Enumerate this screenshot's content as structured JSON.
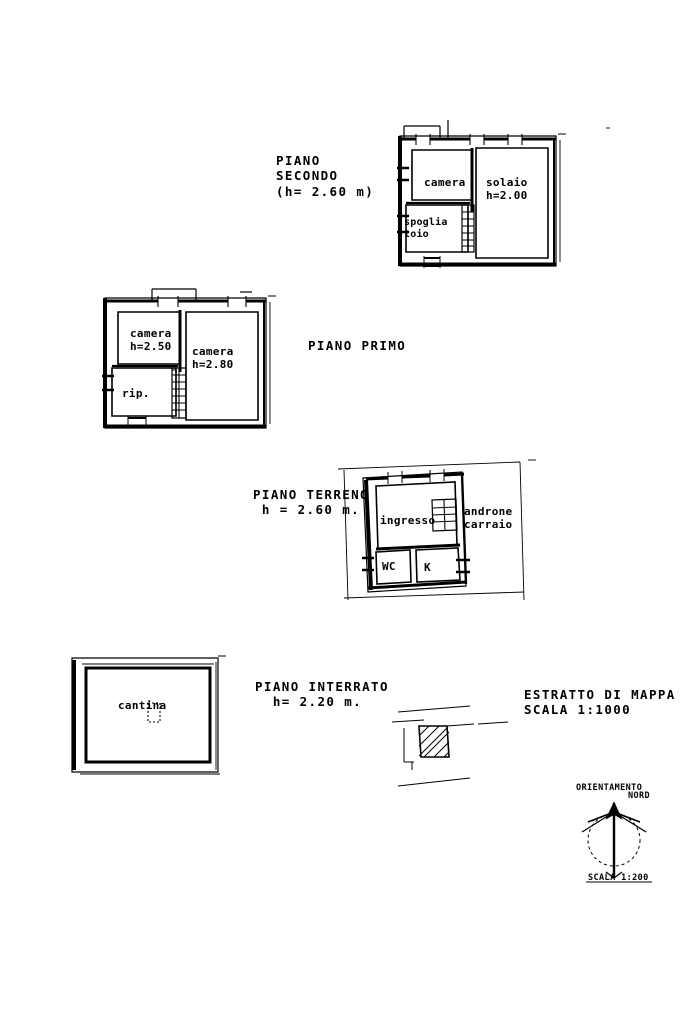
{
  "document": {
    "kind": "architectural-floor-plan-sheet",
    "language": "it"
  },
  "headings": {
    "piano_secondo": "PIANO\nSECONDO\n(h= 2.60 m)",
    "piano_primo": "PIANO PRIMO",
    "piano_terreno": "PIANO TERRENO\n h = 2.60 m.",
    "piano_interrato": "PIANO INTERRATO\n  h= 2.20 m.",
    "estratto_mappa": "ESTRATTO DI MAPPA\nSCALA 1:1000"
  },
  "floors": {
    "second": {
      "name": "PIANO SECONDO",
      "height_note": "(h= 2.60 m)",
      "rooms": [
        {
          "label": "camera",
          "note": ""
        },
        {
          "label": "solaio",
          "note": "h=2.00"
        },
        {
          "label": "spoglia\ntoio",
          "note": ""
        }
      ]
    },
    "first": {
      "name": "PIANO PRIMO",
      "rooms": [
        {
          "label": "camera\nh=2.50",
          "note": ""
        },
        {
          "label": "camera\nh=2.80",
          "note": ""
        },
        {
          "label": "rip.",
          "note": ""
        }
      ]
    },
    "ground": {
      "name": "PIANO TERRENO",
      "height_note": "h = 2.60 m.",
      "rooms": [
        {
          "label": "ingresso",
          "note": ""
        },
        {
          "label": "androne\ncarraio",
          "note": ""
        },
        {
          "label": "WC",
          "note": ""
        },
        {
          "label": "K",
          "note": ""
        }
      ]
    },
    "basement": {
      "name": "PIANO INTERRATO",
      "height_note": "h= 2.20 m.",
      "rooms": [
        {
          "label": "cantina",
          "note": ""
        }
      ]
    }
  },
  "compass": {
    "title": "ORIENTAMENTO",
    "north": "NORD",
    "scale": "SCALA 1:200"
  },
  "colors": {
    "ink": "#000000",
    "paper": "#ffffff"
  }
}
